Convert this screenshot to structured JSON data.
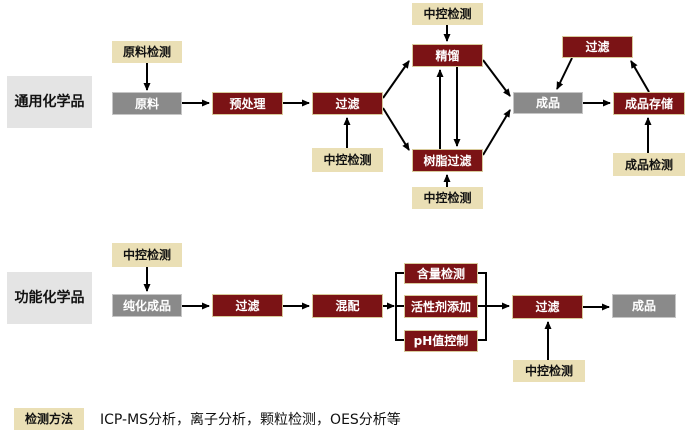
{
  "diagram_title": "",
  "rows": {
    "general": {
      "label": "通用化学品"
    },
    "functional": {
      "label": "功能化学品"
    }
  },
  "nodes": {
    "general_label": {
      "label": "通用化学品",
      "type": "row-label"
    },
    "raw_test": {
      "label": "原料检测",
      "type": "inspection"
    },
    "raw": {
      "label": "原料",
      "type": "material"
    },
    "pretreat": {
      "label": "预处理",
      "type": "process"
    },
    "filter1": {
      "label": "过滤",
      "type": "process"
    },
    "midtest1": {
      "label": "中控检测",
      "type": "inspection"
    },
    "midtest_top": {
      "label": "中控检测",
      "type": "inspection"
    },
    "distill": {
      "label": "精馏",
      "type": "process"
    },
    "resin_filter": {
      "label": "树脂过滤",
      "type": "process"
    },
    "midtest2": {
      "label": "中控检测",
      "type": "inspection"
    },
    "product1": {
      "label": "成品",
      "type": "material"
    },
    "filter_loop": {
      "label": "过滤",
      "type": "process"
    },
    "storage": {
      "label": "成品存储",
      "type": "process"
    },
    "product_test": {
      "label": "成品检测",
      "type": "inspection"
    },
    "functional_label": {
      "label": "功能化学品",
      "type": "row-label"
    },
    "midtest3": {
      "label": "中控检测",
      "type": "inspection"
    },
    "purified": {
      "label": "纯化成品",
      "type": "material"
    },
    "filter2": {
      "label": "过滤",
      "type": "process"
    },
    "mix": {
      "label": "混配",
      "type": "process"
    },
    "content_test": {
      "label": "含量检测",
      "type": "process"
    },
    "additive": {
      "label": "活性剂添加",
      "type": "process"
    },
    "ph_control": {
      "label": "pH值控制",
      "type": "process"
    },
    "filter3": {
      "label": "过滤",
      "type": "process"
    },
    "product2": {
      "label": "成品",
      "type": "material"
    },
    "midtest4": {
      "label": "中控检测",
      "type": "inspection"
    }
  },
  "flows": {
    "general": [
      "原料检测→原料",
      "原料→预处理",
      "预处理→过滤",
      "中控检测→过滤",
      "过滤→精馏",
      "过滤→树脂过滤",
      "中控检测→精馏",
      "树脂过滤→精馏",
      "精馏→树脂过滤",
      "中控检测→树脂过滤",
      "精馏→成品",
      "树脂过滤→成品",
      "成品→成品存储",
      "成品存储→过滤",
      "过滤→成品",
      "成品检测→成品存储"
    ],
    "functional": [
      "中控检测→纯化成品",
      "纯化成品→过滤",
      "过滤→混配",
      "混配→含量检测/活性剂添加/pH值控制",
      "含量检测/活性剂添加/pH值控制→过滤",
      "过滤→成品",
      "中控检测→过滤"
    ]
  },
  "legend": {
    "label": "检测方法",
    "text": "ICP-MS分析，离子分析，颗粒检测，OES分析等"
  },
  "colors": {
    "maroon": "#7B1315",
    "maroon_border": "#D8CB9B",
    "gray": "#8A8A8A",
    "gray_border": "#C6C6C6",
    "beige": "#EADFB5",
    "lightgray": "#E4E4E4",
    "arrow": "#000000",
    "background": "#FFFFFF"
  }
}
